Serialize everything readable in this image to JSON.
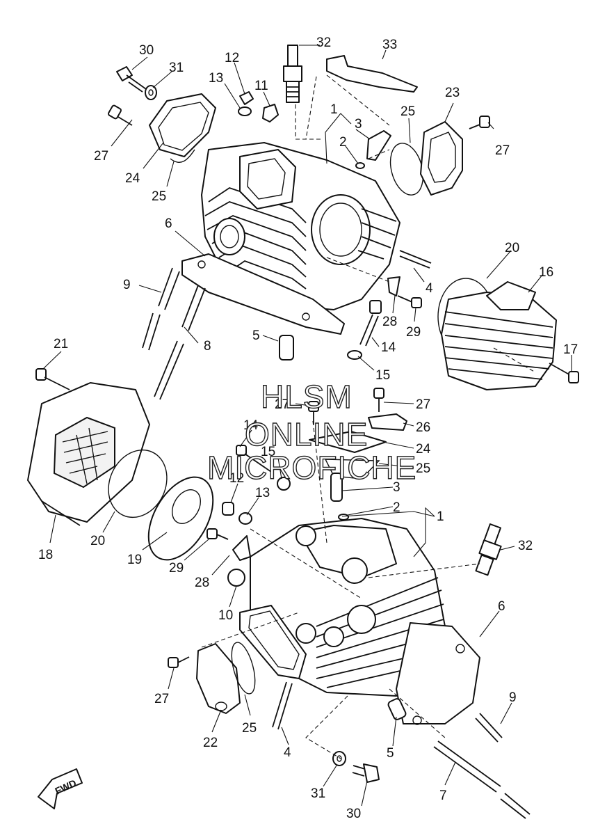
{
  "watermark": {
    "line1": "HLSM",
    "line2": "ONLINE",
    "line3": "MICROFICHE"
  },
  "fwd_label": "FWD",
  "callouts": {
    "top": [
      "30",
      "31",
      "12",
      "13",
      "11",
      "32",
      "33",
      "1",
      "3",
      "2",
      "25",
      "23",
      "27",
      "27",
      "24",
      "25",
      "6",
      "9",
      "8",
      "5",
      "4",
      "20",
      "16",
      "28",
      "29",
      "14",
      "15",
      "17"
    ],
    "mid": [
      "21",
      "27",
      "27",
      "26",
      "14",
      "24",
      "15",
      "25",
      "12",
      "3",
      "13",
      "2",
      "1",
      "18",
      "20",
      "19",
      "29",
      "28",
      "10",
      "32",
      "6"
    ],
    "bottom": [
      "27",
      "22",
      "25",
      "4",
      "9",
      "5",
      "31",
      "30",
      "7"
    ]
  }
}
